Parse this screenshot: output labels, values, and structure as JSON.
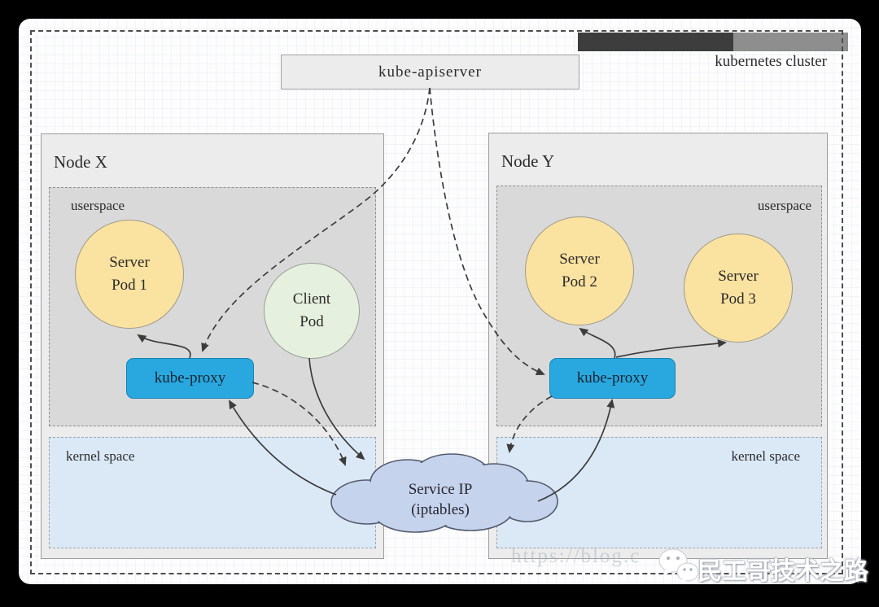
{
  "cluster": {
    "label": "kubernetes cluster",
    "apiserver_label": "kube-apiserver"
  },
  "nodes": [
    {
      "label": "Node X",
      "userspace_label": "userspace",
      "kernel_label": "kernel space",
      "kube_proxy_label": "kube-proxy",
      "pods": [
        {
          "line1": "Server",
          "line2": "Pod 1"
        },
        {
          "line1": "Client",
          "line2": "Pod"
        }
      ]
    },
    {
      "label": "Node Y",
      "userspace_label": "userspace",
      "kernel_label": "kernel space",
      "kube_proxy_label": "kube-proxy",
      "pods": [
        {
          "line1": "Server",
          "line2": "Pod 2"
        },
        {
          "line1": "Server",
          "line2": "Pod 3"
        }
      ]
    }
  ],
  "service_ip": {
    "line1": "Service IP",
    "line2": "(iptables)"
  },
  "watermark": {
    "url_text": "https://blog.c",
    "brand_text": "民工哥技术之路"
  },
  "colors": {
    "server_pod_fill": "#fae2a0",
    "client_pod_fill": "#e6f0de",
    "kube_proxy_fill": "#29a8e0",
    "kernel_space_fill": "#dbe9f7",
    "userspace_fill": "#d9d9d9",
    "service_cloud_fill": "#c6d3ed",
    "legend_bar_dark": "#3d3d3d",
    "legend_bar_gray": "#8e8e8e"
  }
}
